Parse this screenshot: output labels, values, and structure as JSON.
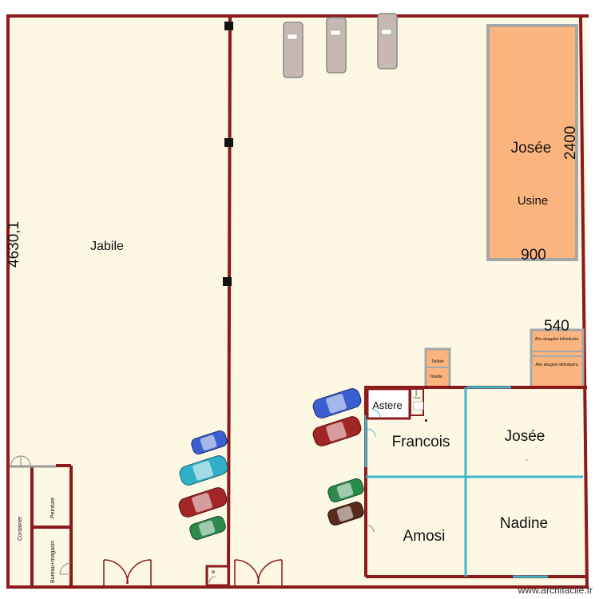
{
  "plan": {
    "dimension_left": "4630,1",
    "dimension_usine_height": "2400",
    "dimension_usine_width": "900",
    "dimension_annex_width": "540",
    "zone_left": "Jabile",
    "usine_name": "Josée",
    "usine_label": "Usine",
    "annex_room_1": "Aho abagabo bihindurira",
    "annex_room_2": "Aho abagore bihindurira",
    "toilet_1": "Toilette",
    "toilet_2": "Toilette",
    "toilet_3": "Toilette",
    "toilet_4": "Toilette",
    "office_astere": "Astere",
    "office_francois": "Francois",
    "office_josee": "Josée",
    "office_amosi": "Amosi",
    "office_nadine": "Nadine",
    "office_josee_note": "~",
    "container_label": "Container",
    "peinture_label": "Peinture",
    "bureau_magasin_label": "Bureau+magasin",
    "watermark": "www.archifacile.fr"
  },
  "colors": {
    "floor": "#fdf8e4",
    "wall": "#8b1a1a",
    "usine_fill": "#fbb47e",
    "usine_border": "#a6a6a6",
    "window": "#3fb7cf",
    "truck": "#c7b8b2",
    "car_blue": "#3a5fcf",
    "car_cyan": "#2fb0c8",
    "car_red": "#a32626",
    "car_green": "#2c8a4a",
    "car_brown": "#5a2a1c"
  }
}
